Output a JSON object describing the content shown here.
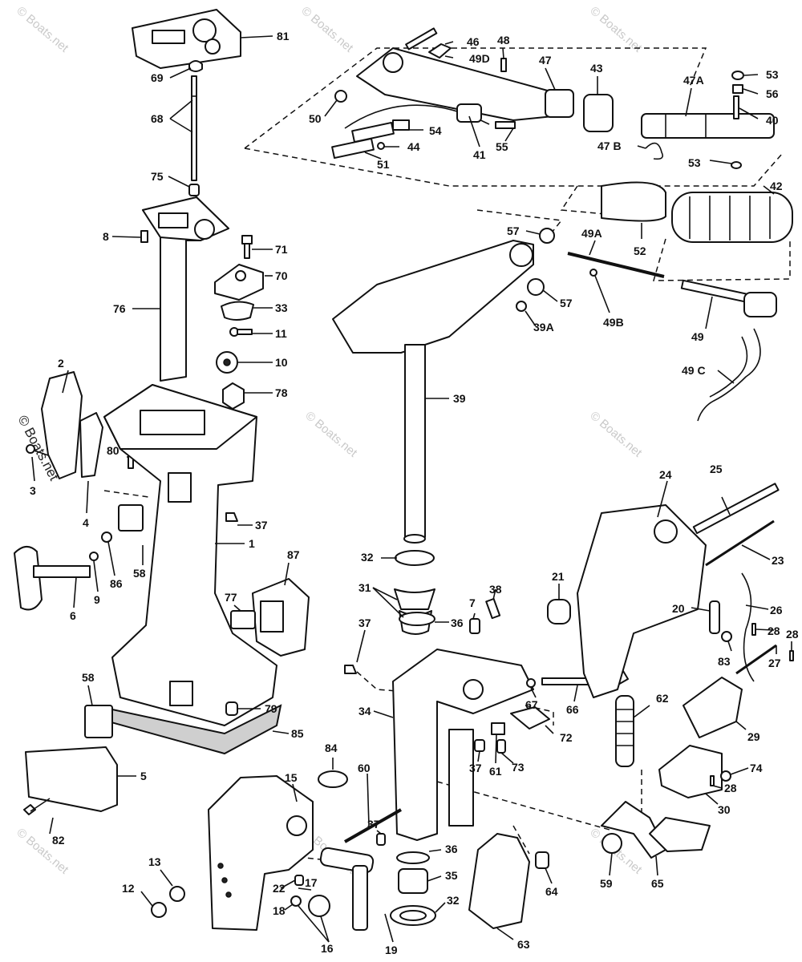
{
  "watermark": "© Boats.net",
  "callouts": [
    {
      "id": "81",
      "text": "81"
    },
    {
      "id": "69",
      "text": "69"
    },
    {
      "id": "68",
      "text": "68"
    },
    {
      "id": "75",
      "text": "75"
    },
    {
      "id": "8",
      "text": "8"
    },
    {
      "id": "76",
      "text": "76"
    },
    {
      "id": "71",
      "text": "71"
    },
    {
      "id": "70",
      "text": "70"
    },
    {
      "id": "33",
      "text": "33"
    },
    {
      "id": "11",
      "text": "11"
    },
    {
      "id": "10",
      "text": "10"
    },
    {
      "id": "78",
      "text": "78"
    },
    {
      "id": "2",
      "text": "2"
    },
    {
      "id": "3",
      "text": "3"
    },
    {
      "id": "80",
      "text": "80"
    },
    {
      "id": "4",
      "text": "4"
    },
    {
      "id": "37a",
      "text": "37"
    },
    {
      "id": "1",
      "text": "1"
    },
    {
      "id": "58a",
      "text": "58"
    },
    {
      "id": "86",
      "text": "86"
    },
    {
      "id": "9",
      "text": "9"
    },
    {
      "id": "6",
      "text": "6"
    },
    {
      "id": "87",
      "text": "87"
    },
    {
      "id": "77",
      "text": "77"
    },
    {
      "id": "79",
      "text": "79"
    },
    {
      "id": "58b",
      "text": "58"
    },
    {
      "id": "85",
      "text": "85"
    },
    {
      "id": "5",
      "text": "5"
    },
    {
      "id": "82",
      "text": "82"
    },
    {
      "id": "13",
      "text": "13"
    },
    {
      "id": "12",
      "text": "12"
    },
    {
      "id": "46",
      "text": "46"
    },
    {
      "id": "49D",
      "text": "49D"
    },
    {
      "id": "48",
      "text": "48"
    },
    {
      "id": "47",
      "text": "47"
    },
    {
      "id": "43",
      "text": "43"
    },
    {
      "id": "47A",
      "text": "47A"
    },
    {
      "id": "53a",
      "text": "53"
    },
    {
      "id": "56",
      "text": "56"
    },
    {
      "id": "40",
      "text": "40"
    },
    {
      "id": "47B",
      "text": "47 B"
    },
    {
      "id": "53b",
      "text": "53"
    },
    {
      "id": "50",
      "text": "50"
    },
    {
      "id": "54",
      "text": "54"
    },
    {
      "id": "44",
      "text": "44"
    },
    {
      "id": "51",
      "text": "51"
    },
    {
      "id": "41",
      "text": "41"
    },
    {
      "id": "55",
      "text": "55"
    },
    {
      "id": "42",
      "text": "42"
    },
    {
      "id": "52",
      "text": "52"
    },
    {
      "id": "57a",
      "text": "57"
    },
    {
      "id": "57b",
      "text": "57"
    },
    {
      "id": "39A",
      "text": "39A"
    },
    {
      "id": "49A",
      "text": "49A"
    },
    {
      "id": "49B",
      "text": "49B"
    },
    {
      "id": "49",
      "text": "49"
    },
    {
      "id": "49C",
      "text": "49 C"
    },
    {
      "id": "39",
      "text": "39"
    },
    {
      "id": "25",
      "text": "25"
    },
    {
      "id": "24",
      "text": "24"
    },
    {
      "id": "23",
      "text": "23"
    },
    {
      "id": "21",
      "text": "21"
    },
    {
      "id": "26",
      "text": "26"
    },
    {
      "id": "20",
      "text": "20"
    },
    {
      "id": "28a",
      "text": "28"
    },
    {
      "id": "28b",
      "text": "28"
    },
    {
      "id": "83",
      "text": "83"
    },
    {
      "id": "27",
      "text": "27"
    },
    {
      "id": "32a",
      "text": "32"
    },
    {
      "id": "31",
      "text": "31"
    },
    {
      "id": "36a",
      "text": "36"
    },
    {
      "id": "7",
      "text": "7"
    },
    {
      "id": "38",
      "text": "38"
    },
    {
      "id": "37b",
      "text": "37"
    },
    {
      "id": "34",
      "text": "34"
    },
    {
      "id": "67",
      "text": "67"
    },
    {
      "id": "66",
      "text": "66"
    },
    {
      "id": "62",
      "text": "62"
    },
    {
      "id": "29",
      "text": "29"
    },
    {
      "id": "72",
      "text": "72"
    },
    {
      "id": "37c",
      "text": "37"
    },
    {
      "id": "61",
      "text": "61"
    },
    {
      "id": "73",
      "text": "73"
    },
    {
      "id": "74",
      "text": "74"
    },
    {
      "id": "28c",
      "text": "28"
    },
    {
      "id": "30",
      "text": "30"
    },
    {
      "id": "84",
      "text": "84"
    },
    {
      "id": "60",
      "text": "60"
    },
    {
      "id": "15",
      "text": "15"
    },
    {
      "id": "37d",
      "text": "37"
    },
    {
      "id": "36b",
      "text": "36"
    },
    {
      "id": "35",
      "text": "35"
    },
    {
      "id": "32b",
      "text": "32"
    },
    {
      "id": "64",
      "text": "64"
    },
    {
      "id": "59",
      "text": "59"
    },
    {
      "id": "65",
      "text": "65"
    },
    {
      "id": "63",
      "text": "63"
    },
    {
      "id": "22",
      "text": "22"
    },
    {
      "id": "17",
      "text": "17"
    },
    {
      "id": "18",
      "text": "18"
    },
    {
      "id": "16",
      "text": "16"
    },
    {
      "id": "19",
      "text": "19"
    }
  ]
}
